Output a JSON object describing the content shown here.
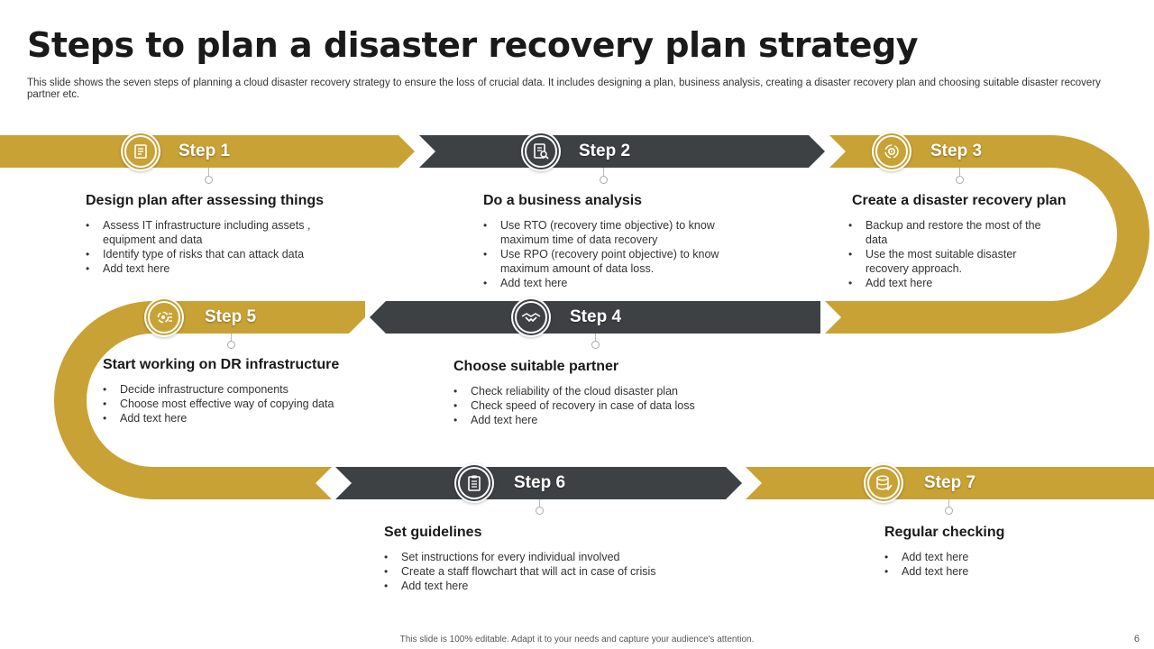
{
  "title": "Steps to plan a disaster recovery plan strategy",
  "subtitle": "This slide shows the seven steps of planning a cloud disaster recovery strategy to ensure the loss of crucial data. It includes designing a plan, business analysis, creating a disaster recovery plan and choosing suitable disaster recovery partner etc.",
  "colors": {
    "gold": "#c9a235",
    "dark": "#3d4144"
  },
  "steps": [
    {
      "label": "Step 1",
      "icon": "document-stack-icon",
      "color": "gold",
      "heading": "Design plan after assessing things",
      "bullets": [
        "Assess IT infrastructure including assets , equipment and data",
        "Identify type of risks that can attack data",
        "Add text here"
      ]
    },
    {
      "label": "Step 2",
      "icon": "report-search-icon",
      "color": "dark",
      "heading": "Do a business analysis",
      "bullets": [
        "Use RTO (recovery time objective) to know maximum time of data recovery",
        "Use RPO (recovery point objective) to know maximum amount of data loss.",
        "Add text here"
      ]
    },
    {
      "label": "Step 3",
      "icon": "gear-cycle-icon",
      "color": "gold",
      "heading": "Create a disaster recovery plan",
      "bullets": [
        "Backup and restore the most of the data",
        "Use the most suitable disaster recovery approach.",
        "Add text here"
      ]
    },
    {
      "label": "Step 4",
      "icon": "handshake-icon",
      "color": "dark",
      "heading": "Choose suitable partner",
      "bullets": [
        "Check reliability of the cloud disaster plan",
        "Check speed of recovery in case of data loss",
        "Add text here"
      ]
    },
    {
      "label": "Step 5",
      "icon": "infrastructure-gear-icon",
      "color": "gold",
      "heading": "Start working on DR infrastructure",
      "bullets": [
        "Decide infrastructure components",
        "Choose most effective way of copying data",
        "Add text here"
      ]
    },
    {
      "label": "Step 6",
      "icon": "clipboard-checklist-icon",
      "color": "dark",
      "heading": "Set guidelines",
      "bullets": [
        "Set instructions for every individual involved",
        "Create a staff flowchart that will act in case of crisis",
        "Add text here"
      ]
    },
    {
      "label": "Step 7",
      "icon": "database-check-icon",
      "color": "gold",
      "heading": "Regular checking",
      "bullets": [
        "Add text here",
        "Add text here"
      ]
    }
  ],
  "footer": "This slide is 100% editable. Adapt it to your needs and capture your audience's attention.",
  "page_number": "6"
}
